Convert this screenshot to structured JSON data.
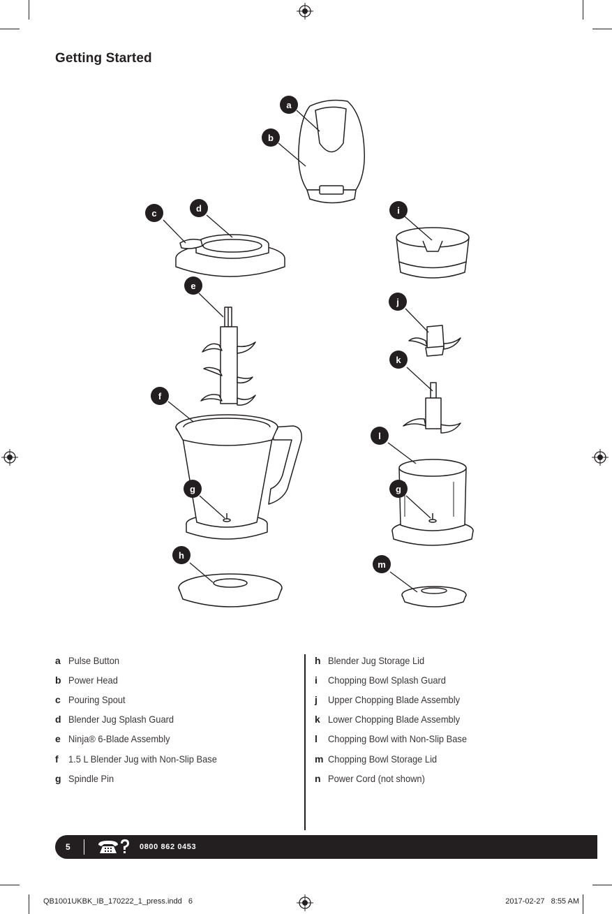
{
  "page_title": "Getting Started",
  "callouts": [
    "a",
    "b",
    "c",
    "d",
    "e",
    "f",
    "g",
    "g",
    "h",
    "i",
    "j",
    "k",
    "l",
    "m"
  ],
  "parts_left": [
    {
      "key": "a",
      "label": "Pulse Button"
    },
    {
      "key": "b",
      "label": "Power Head"
    },
    {
      "key": "c",
      "label": "Pouring Spout"
    },
    {
      "key": "d",
      "label": "Blender Jug Splash Guard"
    },
    {
      "key": "e",
      "label": "Ninja® 6-Blade Assembly"
    },
    {
      "key": "f",
      "label": "1.5 L Blender Jug with Non-Slip Base"
    },
    {
      "key": "g",
      "label": "Spindle Pin"
    }
  ],
  "parts_right": [
    {
      "key": "h",
      "label": "Blender Jug Storage Lid"
    },
    {
      "key": "i",
      "label": "Chopping Bowl Splash Guard"
    },
    {
      "key": "j",
      "label": "Upper Chopping Blade Assembly"
    },
    {
      "key": "k",
      "label": "Lower Chopping Blade Assembly"
    },
    {
      "key": "l",
      "label": "Chopping Bowl with Non-Slip Base"
    },
    {
      "key": "m",
      "label": "Chopping Bowl Storage Lid"
    },
    {
      "key": "n",
      "label": "Power Cord (not shown)"
    }
  ],
  "footer": {
    "page_number": "5",
    "phone_icon": "phone-question-icon",
    "phone_number": "0800 862 0453"
  },
  "print_slug": {
    "file_name": "QB1001UKBK_IB_170222_1_press.indd   6",
    "timestamp": "2017-02-27   8:55 AM"
  },
  "colors": {
    "ink": "#231f20",
    "paper": "#ffffff"
  }
}
